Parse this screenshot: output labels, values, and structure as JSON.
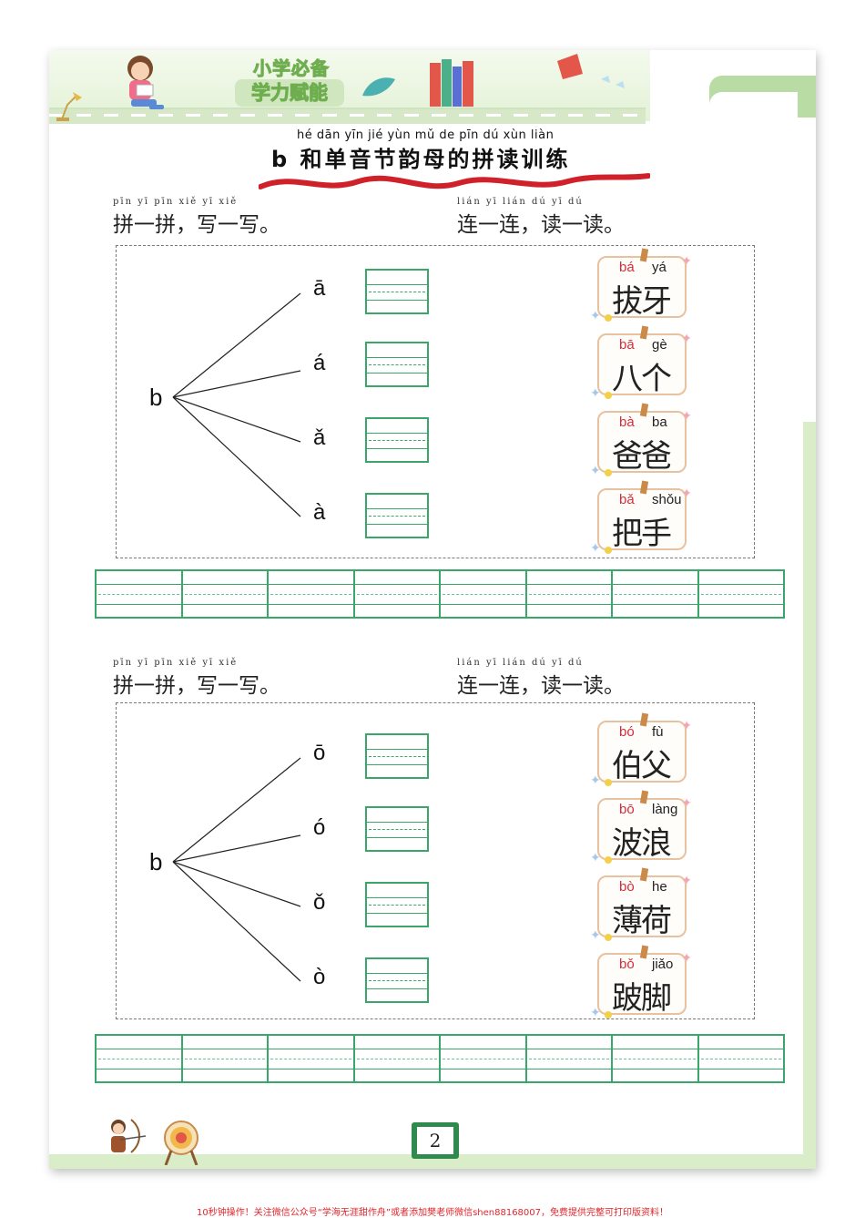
{
  "header": {
    "brand_top": "小学必备",
    "brand_bottom": "学力赋能"
  },
  "title": {
    "pinyin": "hé dān yīn jié yùn mǔ de pīn dú xùn liàn",
    "text": "b 和单音节韵母的拼读训练"
  },
  "sections": [
    {
      "left_heading_pinyin": "pīn yī pīn   xiě yī xiě",
      "left_heading": "拼一拼，写一写。",
      "right_heading_pinyin": "lián yī lián   dú yī dú",
      "right_heading": "连一连，读一读。",
      "initial": "b",
      "vowels": [
        "ā",
        "á",
        "ǎ",
        "à"
      ],
      "cards": [
        {
          "p1": "bá",
          "p2": "yá",
          "word": "拔牙"
        },
        {
          "p1": "bā",
          "p2": "gè",
          "word": "八个"
        },
        {
          "p1": "bà",
          "p2": "ba",
          "word": "爸爸"
        },
        {
          "p1": "bǎ",
          "p2": "shǒu",
          "word": "把手"
        }
      ]
    },
    {
      "left_heading_pinyin": "pīn yī pīn   xiě yī xiě",
      "left_heading": "拼一拼，写一写。",
      "right_heading_pinyin": "lián yī lián   dú yī dú",
      "right_heading": "连一连，读一读。",
      "initial": "b",
      "vowels": [
        "ō",
        "ó",
        "ǒ",
        "ò"
      ],
      "cards": [
        {
          "p1": "bó",
          "p2": "fù",
          "word": "伯父"
        },
        {
          "p1": "bō",
          "p2": "làng",
          "word": "波浪"
        },
        {
          "p1": "bò",
          "p2": "he",
          "word": "薄荷"
        },
        {
          "p1": "bǒ",
          "p2": "jiǎo",
          "word": "跛脚"
        }
      ]
    }
  ],
  "page_number": "2",
  "footer_note": "10秒钟操作！关注微信公众号“学海无涯甜作舟”或者添加樊老师微信shen88168007，免费提供完整可打印版资料！",
  "colors": {
    "grid_green": "#3aa66a",
    "pinyin_red": "#d62b3a",
    "band_green": "#d9edc9",
    "title_wave_red": "#d0202a"
  }
}
